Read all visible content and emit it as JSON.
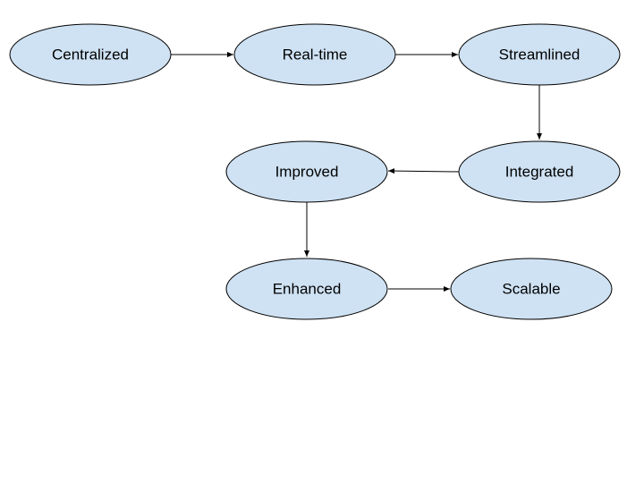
{
  "diagram": {
    "type": "flowchart",
    "node_fill": "#cfe2f3",
    "stroke_color": "#000000",
    "nodes": [
      {
        "id": "centralized",
        "label": "Centralized"
      },
      {
        "id": "realtime",
        "label": "Real-time"
      },
      {
        "id": "streamlined",
        "label": "Streamlined"
      },
      {
        "id": "integrated",
        "label": "Integrated"
      },
      {
        "id": "improved",
        "label": "Improved"
      },
      {
        "id": "enhanced",
        "label": "Enhanced"
      },
      {
        "id": "scalable",
        "label": "Scalable"
      }
    ],
    "edges": [
      {
        "from": "centralized",
        "to": "realtime"
      },
      {
        "from": "realtime",
        "to": "streamlined"
      },
      {
        "from": "streamlined",
        "to": "integrated"
      },
      {
        "from": "integrated",
        "to": "improved"
      },
      {
        "from": "improved",
        "to": "enhanced"
      },
      {
        "from": "enhanced",
        "to": "scalable"
      }
    ]
  }
}
